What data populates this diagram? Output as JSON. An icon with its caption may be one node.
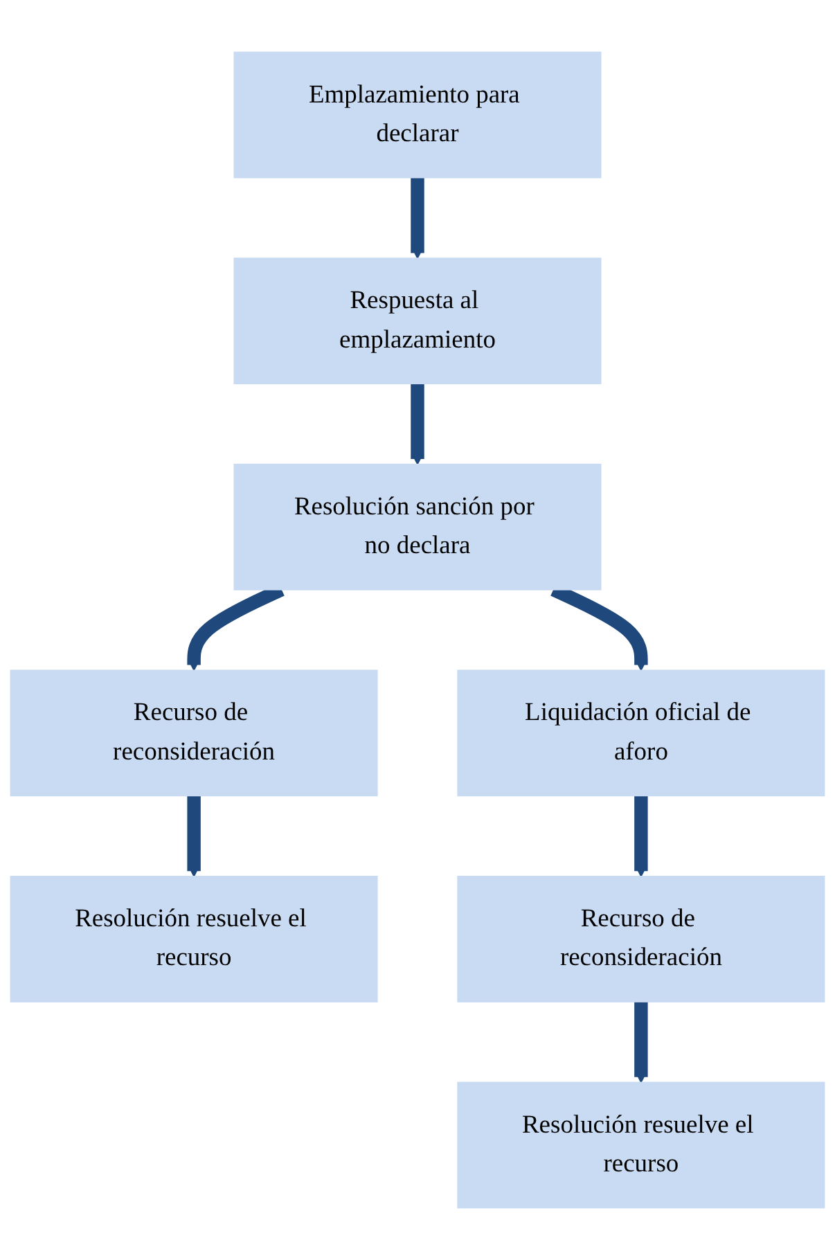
{
  "diagram": {
    "nodes": [
      {
        "text": [
          "Emplazamiento para declarar"
        ]
      },
      {
        "text": [
          "Respuesta al emplazamiento"
        ]
      },
      {
        "text": [
          "Resolución sanción por no declara"
        ]
      },
      {
        "text": [
          "Recurso de reconsideración"
        ]
      },
      {
        "text": [
          "Resolución resuelve el recurso"
        ]
      },
      {
        "text": [
          "Liquidación oficial de aforo"
        ]
      },
      {
        "text": [
          "Recurso de reconsideración"
        ]
      },
      {
        "text": [
          "Resolución resuelve el recurso"
        ]
      }
    ],
    "edges": [
      {
        "from": 0,
        "to": 1,
        "arrow": "to"
      },
      {
        "from": 1,
        "to": 2,
        "arrow": "to"
      },
      {
        "from": 2,
        "to": 3,
        "arrow": "to"
      },
      {
        "from": 3,
        "to": 4,
        "arrow": "to"
      },
      {
        "from": 2,
        "to": 5,
        "arrow": "to"
      },
      {
        "from": 5,
        "to": 6,
        "arrow": "to"
      },
      {
        "from": 6,
        "to": 7,
        "arrow": "to"
      }
    ]
  }
}
